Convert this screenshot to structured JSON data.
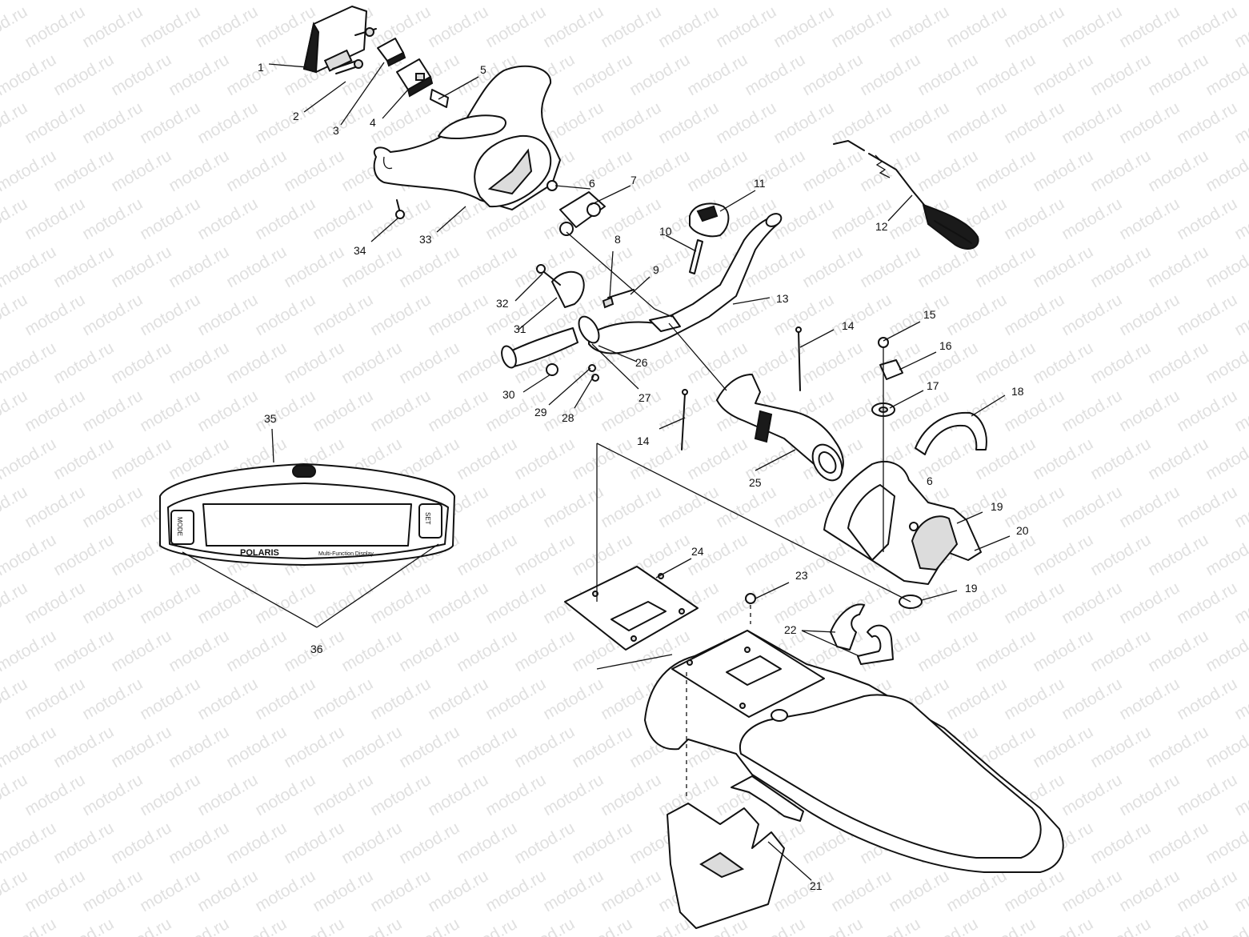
{
  "watermark": "motod.ru",
  "callouts": [
    "1",
    "2",
    "3",
    "4",
    "5",
    "6",
    "7",
    "8",
    "9",
    "10",
    "11",
    "12",
    "13",
    "14",
    "15",
    "16",
    "17",
    "18",
    "19",
    "20",
    "21",
    "22",
    "23",
    "24",
    "25",
    "26",
    "27",
    "28",
    "29",
    "30",
    "31",
    "32",
    "33",
    "34",
    "35",
    "36"
  ],
  "display": {
    "brand": "POLARIS",
    "subtitle": "Multi-Function Display",
    "mode_button": "MODE",
    "set_button": "SET"
  }
}
